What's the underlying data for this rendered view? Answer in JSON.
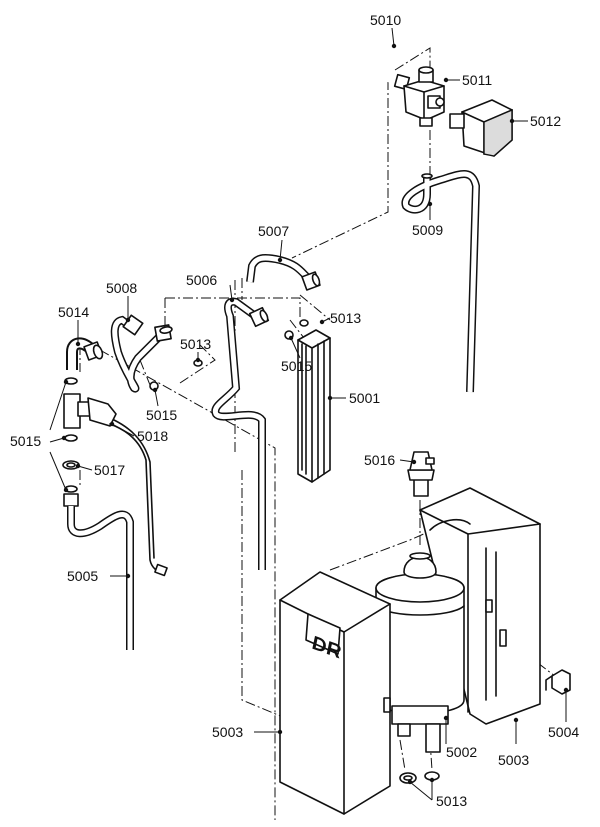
{
  "labels": {
    "p5001": "5001",
    "p5002": "5002",
    "p5003a": "5003",
    "p5003b": "5003",
    "p5004": "5004",
    "p5005": "5005",
    "p5006": "5006",
    "p5007": "5007",
    "p5008": "5008",
    "p5009": "5009",
    "p5010": "5010",
    "p5011": "5011",
    "p5012": "5012",
    "p5013a": "5013",
    "p5013b": "5013",
    "p5013c": "5013",
    "p5014": "5014",
    "p5015a": "5015",
    "p5015b": "5015",
    "p5015c": "5015",
    "p5016": "5016",
    "p5017": "5017",
    "p5018": "5018"
  }
}
